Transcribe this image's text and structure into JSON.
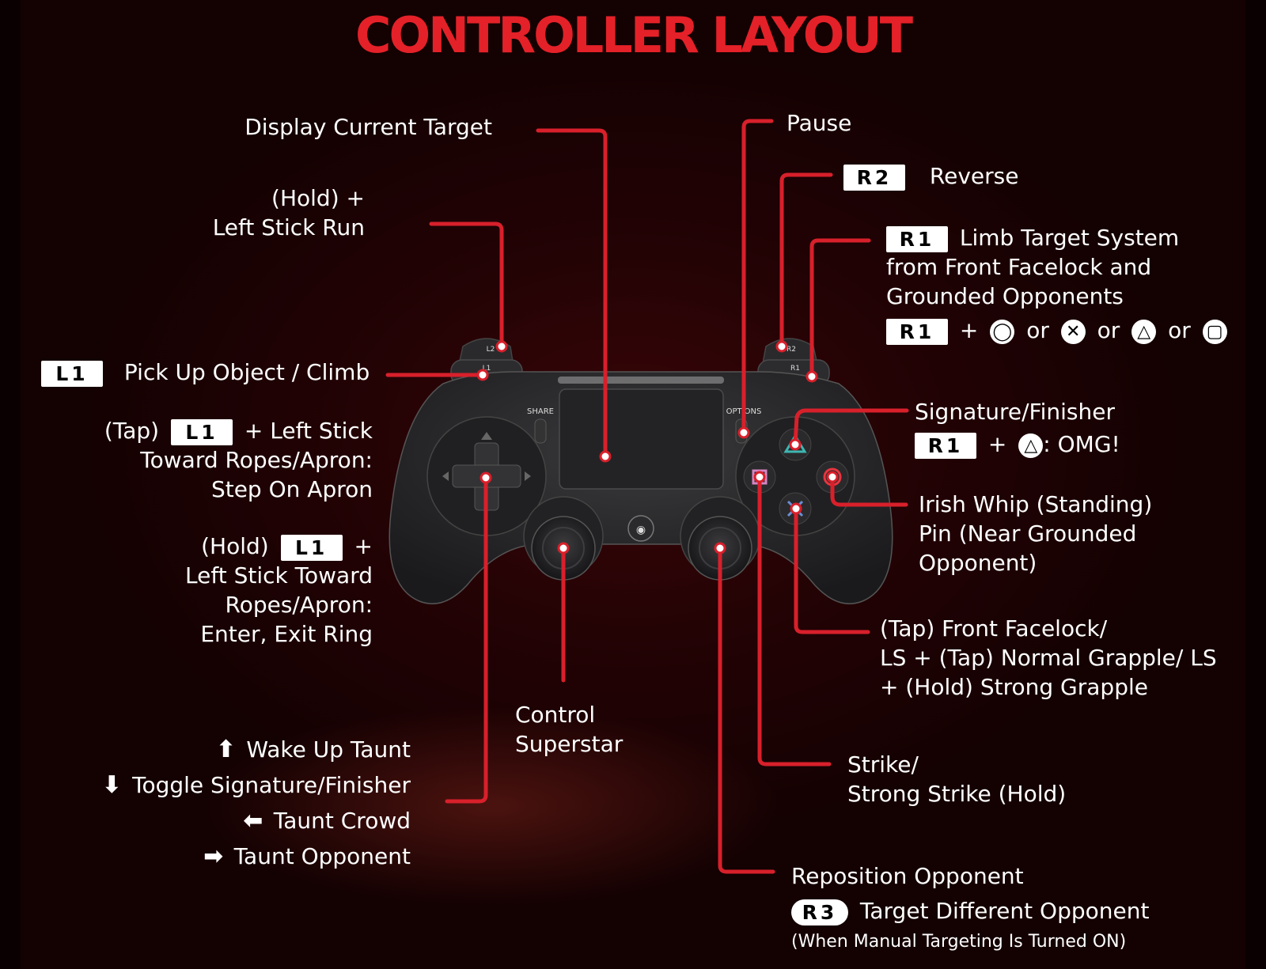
{
  "title": "CONTROLLER LAYOUT",
  "controller": {
    "share": "SHARE",
    "options": "OPTIONS",
    "l1": "L1",
    "l2": "L2",
    "r1": "R1",
    "r2": "R2"
  },
  "keys": {
    "l1": "L1",
    "r1": "R1",
    "r2": "R2",
    "r3": "R3"
  },
  "icons": {
    "circle": "circle-button-icon",
    "cross": "cross-button-icon",
    "triangle": "triangle-button-icon",
    "square": "square-button-icon",
    "arrow_up": "arrow-up-icon",
    "arrow_down": "arrow-down-icon",
    "arrow_left": "arrow-left-icon",
    "arrow_right": "arrow-right-icon"
  },
  "colors": {
    "accent": "#e42128",
    "line": "#d8202b"
  },
  "labels": {
    "display_target": "Display Current Target",
    "hold_plus": "(Hold) +",
    "left_stick_run": "Left Stick Run",
    "pick_up": "Pick Up Object / Climb",
    "tap": "(Tap)",
    "plus_left_stick": "+ Left Stick",
    "toward_ropes": "Toward Ropes/Apron:",
    "step_on_apron": "Step On Apron",
    "hold": "(Hold)",
    "plus": "+",
    "left_stick_toward": "Left Stick Toward",
    "ropes_apron": "Ropes/Apron:",
    "enter_exit": "Enter, Exit Ring",
    "wake_up": "Wake Up Taunt",
    "toggle_sig": "Toggle Signature/Finisher",
    "taunt_crowd": "Taunt Crowd",
    "taunt_opp": "Taunt Opponent",
    "control": "Control",
    "superstar": "Superstar",
    "pause": "Pause",
    "reverse": "Reverse",
    "limb_1": "Limb Target System",
    "limb_2": "from Front Facelock and",
    "limb_3": "Grounded Opponents",
    "or": "or",
    "sig_finisher": "Signature/Finisher",
    "omg": ": OMG!",
    "irish_1": "Irish Whip (Standing)",
    "irish_2": "Pin (Near Grounded",
    "irish_3": "Opponent)",
    "grapple_1": "(Tap) Front Facelock/",
    "grapple_2": "LS + (Tap) Normal Grapple/ LS",
    "grapple_3": "+ (Hold) Strong Grapple",
    "strike_1": "Strike/",
    "strike_2": "Strong Strike (Hold)",
    "reposition": "Reposition Opponent",
    "target_diff": "Target Different Opponent",
    "manual_note": "(When Manual Targeting Is Turned ON)"
  }
}
